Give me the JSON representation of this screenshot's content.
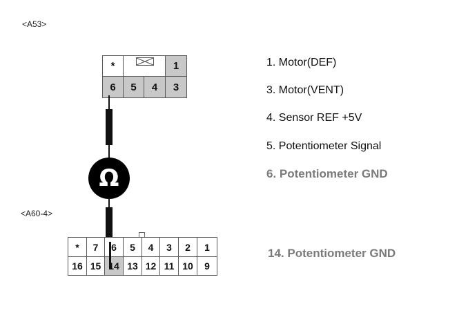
{
  "connector_a53": {
    "label": "<A53>",
    "top_row": [
      "*",
      "",
      "",
      "1"
    ],
    "bottom_row": [
      "6",
      "5",
      "4",
      "3"
    ]
  },
  "connector_a60": {
    "label": "<A60-4>",
    "top_row": [
      "*",
      "7",
      "6",
      "5",
      "4",
      "3",
      "2",
      "1"
    ],
    "bottom_row": [
      "16",
      "15",
      "14",
      "13",
      "12",
      "11",
      "10",
      "9"
    ]
  },
  "meter": {
    "symbol": "Ω",
    "icon": "ohmmeter-icon"
  },
  "legend_a53": [
    "1. Motor(DEF)",
    "3. Motor(VENT)",
    "4. Sensor REF +5V",
    "5. Potentiometer Signal",
    "6. Potentiometer GND"
  ],
  "legend_a60": [
    "14. Potentiometer GND"
  ]
}
